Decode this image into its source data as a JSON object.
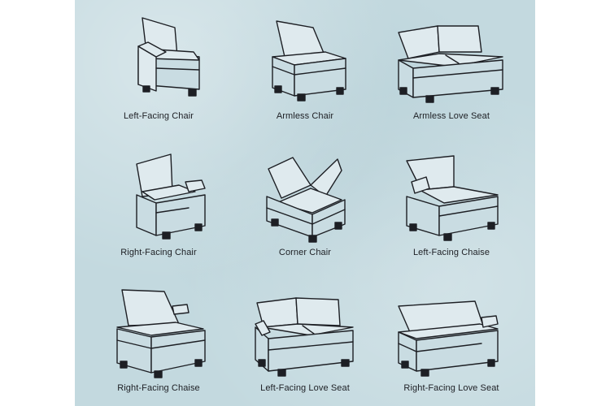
{
  "items": [
    {
      "label": "Left-Facing Chair"
    },
    {
      "label": "Armless Chair"
    },
    {
      "label": "Armless Love Seat"
    },
    {
      "label": "Right-Facing Chair"
    },
    {
      "label": "Corner Chair"
    },
    {
      "label": "Left-Facing Chaise"
    },
    {
      "label": "Right-Facing Chaise"
    },
    {
      "label": "Left-Facing Love Seat"
    },
    {
      "label": "Right-Facing Love Seat"
    }
  ],
  "colors": {
    "background": "#c3d9df",
    "line": "#1d1f24"
  }
}
